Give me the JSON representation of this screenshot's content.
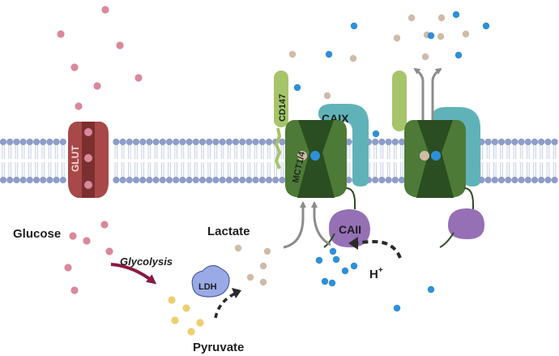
{
  "labels": {
    "glut": "GLUT",
    "cd147": "CD147",
    "mct": "MCT1/4",
    "caix": "CAIX",
    "caii": "CAII",
    "ldh": "LDH",
    "glucose": "Glucose",
    "glycolysis": "Glycolysis",
    "lactate": "Lactate",
    "pyruvate": "Pyruvate",
    "proton": "H",
    "proton_charge": "+"
  },
  "colors": {
    "membrane_head": "#8e9dc8",
    "membrane_tail": "#c3cde6",
    "glucose": "#d9899b",
    "lactate": "#cfbba8",
    "pyruvate": "#efce6e",
    "proton": "#2f8fd8",
    "glut": "#a84848",
    "mct": "#4d7a36",
    "mct_core": "#2b4d22",
    "cd147": "#a6c46a",
    "caix": "#5fb3b8",
    "caii": "#9570b5",
    "ldh": "#9aaae6",
    "glycolysis_arrow": "#8a1a3e",
    "transport_arrow": "#8c8c8c"
  }
}
